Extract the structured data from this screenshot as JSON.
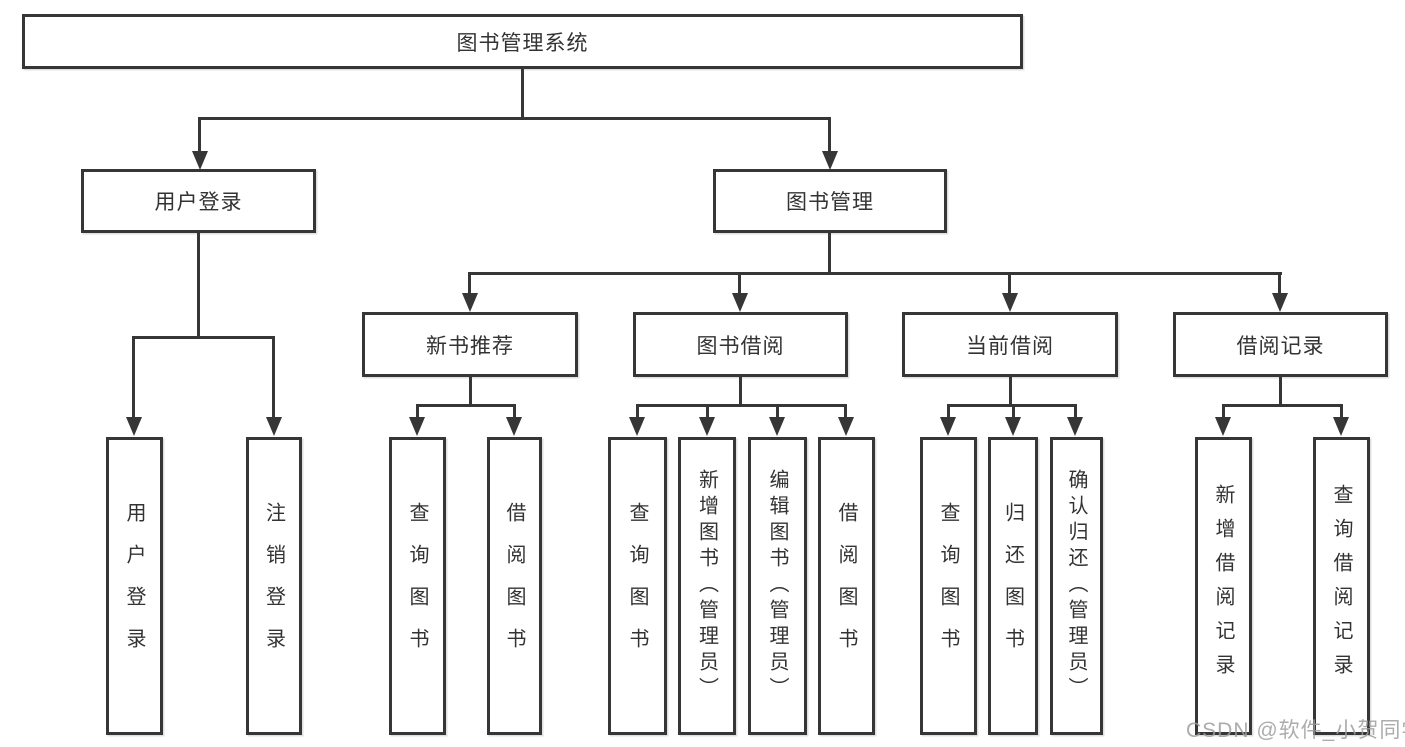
{
  "diagram": {
    "title": "图书管理系统",
    "watermark": "CSDN @软件_小贺同学",
    "colors": {
      "line": "#363636",
      "text": "#333333",
      "background": "#ffffff",
      "watermark": "#9e9e9e"
    },
    "nodes": {
      "root": "图书管理系统",
      "user_login": "用户登录",
      "book_mgmt": "图书管理",
      "new_book_rec": "新书推荐",
      "book_borrow": "图书借阅",
      "current_borrow": "当前借阅",
      "borrow_record": "借阅记录",
      "leaf_user_login": "用户登录",
      "leaf_logout": "注销登录",
      "leaf_query_book_1": "查询图书",
      "leaf_borrow_book_1": "借阅图书",
      "leaf_query_book_2": "查询图书",
      "leaf_add_book": "新增图书（管理员）",
      "leaf_edit_book": "编辑图书（管理员）",
      "leaf_borrow_book_2": "借阅图书",
      "leaf_query_book_3": "查询图书",
      "leaf_return_book": "归还图书",
      "leaf_confirm_return": "确认归还（管理员）",
      "leaf_add_record": "新增借阅记录",
      "leaf_query_record": "查询借阅记录"
    },
    "hierarchy": {
      "图书管理系统": {
        "用户登录": [
          "用户登录",
          "注销登录"
        ],
        "图书管理": {
          "新书推荐": [
            "查询图书",
            "借阅图书"
          ],
          "图书借阅": [
            "查询图书",
            "新增图书（管理员）",
            "编辑图书（管理员）",
            "借阅图书"
          ],
          "当前借阅": [
            "查询图书",
            "归还图书",
            "确认归还（管理员）"
          ],
          "借阅记录": [
            "新增借阅记录",
            "查询借阅记录"
          ]
        }
      }
    }
  }
}
